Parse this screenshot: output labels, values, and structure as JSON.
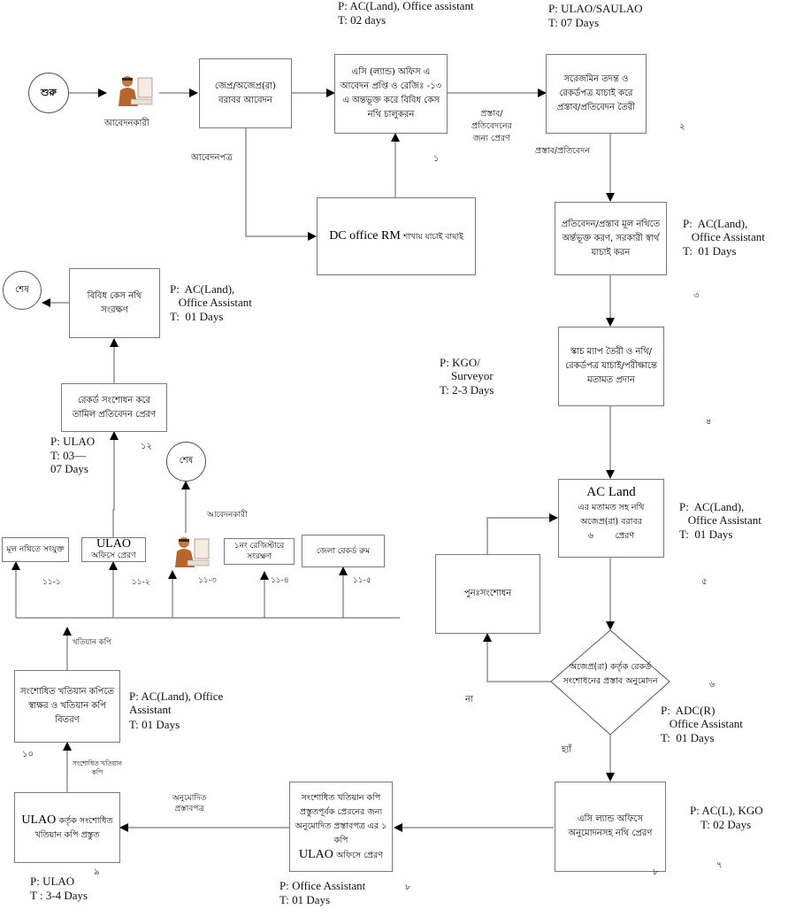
{
  "diagram": {
    "start": {
      "label": "শুরু"
    },
    "applicant_1": {
      "label": "আবেদনকারী"
    },
    "step_apply": {
      "label": "জেপ্র/অজেপ্র(রা) বরাবর আবেদন"
    },
    "edge_application_letter": "আবেদনপত্র",
    "step_1": {
      "label": "এসি (ল্যান্ড) অফিস এ আবেদন প্রপ্তি ও রেজিঃ -১৩ এ অন্তভূক্ত করে বিবিধ কেস নথি চালুকরন",
      "person": "P: AC(Land), Office assistant",
      "time": "T: 02 days",
      "number": "১"
    },
    "dc_office": {
      "label_en": "DC office RM",
      "label_bn": "শাখায় যাচাই বাছাই"
    },
    "edge_send_for_proposal": "প্রস্তাব/\nপ্রতিবেদনের\nজন্য প্রেরণ",
    "step_2": {
      "label": "সরেজমিন তদন্ত ও রেকর্ডপত্র যাচাই করে প্রস্তাব/প্রতিবেদন তৈরী",
      "person": "P: ULAO/SAULAO",
      "time": "T: 07 Days",
      "number": "২"
    },
    "edge_proposal_report": "প্রস্তাব/প্রতিবেদন",
    "step_3": {
      "label": "প্রতিবেদন/প্রস্তাব মূল নথিতে অর্ন্তভূক্ত করণ, সরকারী স্বার্থ যাচাই করন",
      "person": "P:  AC(Land),\n   Office Assistant",
      "time": "T:  01 Days",
      "number": "৩"
    },
    "step_4": {
      "label": "স্কাচ ম্যাপ তৈরী ও নথি/ রেকর্ডপত্র যাচাই/পরীক্ষান্তে মতামত প্রদান",
      "person": "P: KGO/\n    Surveyor",
      "time": "T: 2-3 Days",
      "number": "৪"
    },
    "step_5": {
      "label_en": "AC Land",
      "label_bn": "এর মতামত সহ নথি অজেপ্র(রা) বরাবর",
      "label_tail": "৬        প্রেরণ",
      "person": "P:  AC(Land),\n   Office Assistant",
      "time": "T:  01 Days",
      "number": "৫"
    },
    "rework": {
      "label": "পুনঃসংশোধন"
    },
    "decision_6": {
      "label": "অজেপ্র(রা) কর্তৃক রেকর্ড সংশোধনের প্রস্তাব অনুমোদন",
      "person": "P:  ADC(R)\n   Office Assistant",
      "time": "T:  01 Days",
      "number": "৬",
      "no_label": "না",
      "yes_label": "হ্যাঁ"
    },
    "step_7": {
      "label": "এসি ল্যান্ড অফিসে অনুমোদনসহ নথি প্রেরণ",
      "person": "P: AC(L), KGO",
      "time": "T: 02 Days",
      "number": "৭",
      "corner_number": "৮"
    },
    "step_8": {
      "label_bn1": "সংশোধিত খতিয়ান কপি প্রস্তুতপূর্বক প্রেরনের জন্য অনুমোদিত প্রস্তাবপত্র এর ১ কপি",
      "label_en": "ULAO",
      "label_bn2": "অফিসে প্রেরণ",
      "person": "P: Office Assistant",
      "time": "T: 01 Days",
      "number": "৮"
    },
    "edge_approved_proposal": "অনুমোদিত\nপ্রস্তাবপত্র",
    "step_9": {
      "label_en": "ULAO",
      "label_bn": "কর্তৃক সংশোধিত খতিয়ান কপি প্রস্তুত",
      "person": "P: ULAO",
      "time": "T : 3-4 Days",
      "number": "৯"
    },
    "edge_corrected_khatian": "সংশোধিত খতিয়ান\nকপি",
    "step_10": {
      "label": "সংশোধিত খতিয়ান কপিতে স্বাক্ষর ও খতিয়ান কপি বিতরণ",
      "person": "P: AC(Land), Office\nAssistant",
      "time": "T: 01 Days",
      "number": "১০"
    },
    "edge_khatian_copy": "খতিয়ান কপি",
    "distribution": [
      {
        "label": "মূল নথিতে সংযুক্ত",
        "number": "১১-১"
      },
      {
        "label_en": "ULAO",
        "label_bn": "অফিসে প্রেরণ",
        "number": "১১-২"
      },
      {
        "label": "আবেদনকারী",
        "number": "১১-৩"
      },
      {
        "label": "১নং রেজিস্টারে সংরক্ষণ",
        "number": "১১-৪"
      },
      {
        "label": "জেলা রেকর্ড রুম",
        "number": "১১-৫"
      }
    ],
    "end_mid": {
      "label": "শেষ"
    },
    "step_12": {
      "label": "রেকর্ড সংশোধন করে তামিল প্রতিবেদন প্রেরণ",
      "person": "P: ULAO",
      "time": "T: 03—\n07 Days",
      "number": "১২"
    },
    "step_13": {
      "label": "বিবিধ কেস নথি সংরক্ষণ",
      "person": "P:  AC(Land),\n   Office Assistant",
      "time": "T:  01 Days"
    },
    "end_top": {
      "label": "শেষ"
    }
  }
}
